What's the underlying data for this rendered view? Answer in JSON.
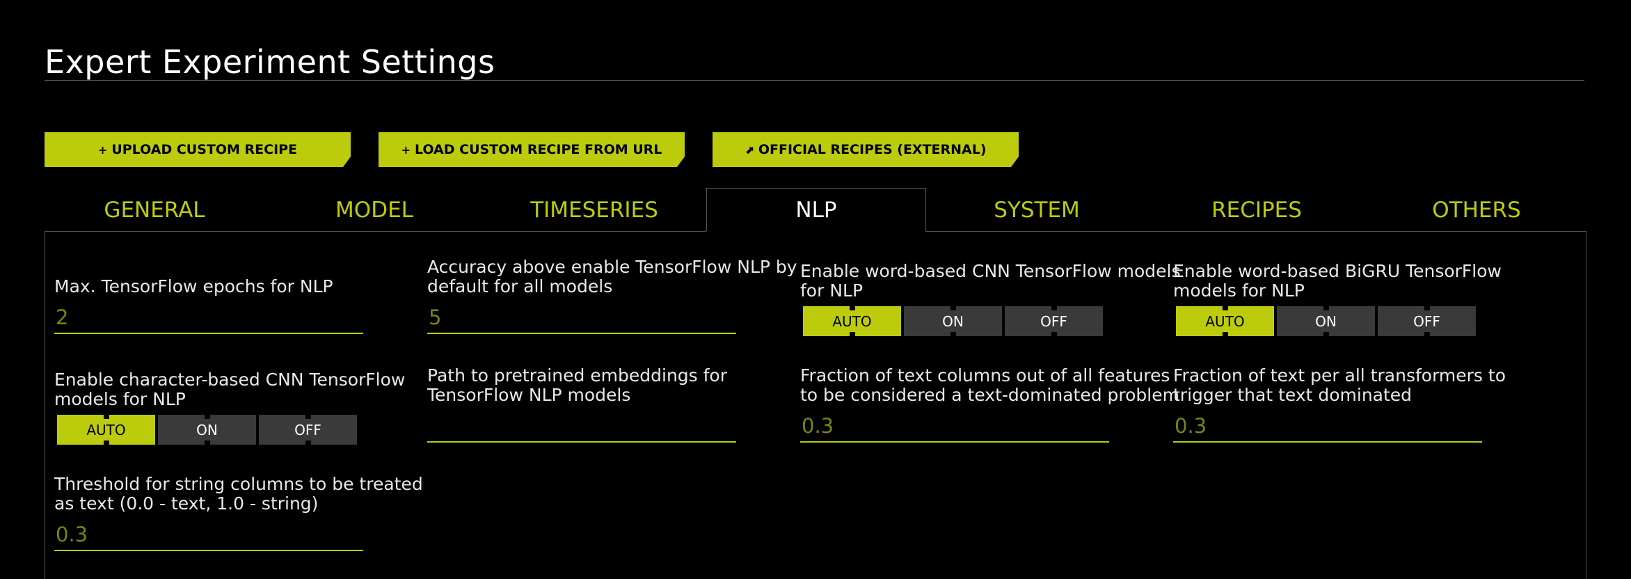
{
  "page": {
    "title": "Expert Experiment Settings"
  },
  "recipe_buttons": {
    "upload": {
      "icon": "+",
      "label": "UPLOAD CUSTOM RECIPE"
    },
    "load_url": {
      "icon": "+",
      "label": "LOAD CUSTOM RECIPE FROM URL"
    },
    "official": {
      "icon": "⬈",
      "label": "OFFICIAL RECIPES (EXTERNAL)"
    }
  },
  "tabs": [
    {
      "label": "GENERAL",
      "active": false
    },
    {
      "label": "MODEL",
      "active": false
    },
    {
      "label": "TIMESERIES",
      "active": false
    },
    {
      "label": "NLP",
      "active": true
    },
    {
      "label": "SYSTEM",
      "active": false
    },
    {
      "label": "RECIPES",
      "active": false
    },
    {
      "label": "OTHERS",
      "active": false
    }
  ],
  "settings": {
    "max_tf_epochs": {
      "label_lines": [
        "Max. TensorFlow epochs for NLP"
      ],
      "value": "2"
    },
    "accuracy_enable_tf": {
      "label_lines": [
        "Accuracy above enable TensorFlow NLP by",
        "default for all models"
      ],
      "value": "5"
    },
    "word_cnn": {
      "label_lines": [
        "Enable word-based CNN TensorFlow models",
        "for NLP"
      ],
      "options": [
        "AUTO",
        "ON",
        "OFF"
      ],
      "selected": "AUTO"
    },
    "word_bigru": {
      "label_lines": [
        "Enable word-based BiGRU TensorFlow",
        "models for NLP"
      ],
      "options": [
        "AUTO",
        "ON",
        "OFF"
      ],
      "selected": "AUTO"
    },
    "char_cnn": {
      "label_lines": [
        "Enable character-based CNN TensorFlow",
        "models for NLP"
      ],
      "options": [
        "AUTO",
        "ON",
        "OFF"
      ],
      "selected": "AUTO"
    },
    "pretrained_embeddings": {
      "label_lines": [
        "Path to pretrained embeddings for",
        "TensorFlow NLP models"
      ],
      "value": ""
    },
    "text_fraction_columns": {
      "label_lines": [
        "Fraction of text columns out of all features",
        "to be considered a text-dominated problem"
      ],
      "value": "0.3"
    },
    "text_fraction_transformers": {
      "label_lines": [
        "Fraction of text per all transformers to",
        "trigger that text dominated"
      ],
      "value": "0.3"
    },
    "string_threshold": {
      "label_lines": [
        "Threshold for string columns to be treated",
        "as text (0.0 - text, 1.0 - string)"
      ],
      "value": "0.3"
    }
  },
  "colors": {
    "accent": "#bccc0c",
    "value_text": "#7a8410",
    "toggle_off": "#3a3a3a",
    "background": "#000000"
  }
}
